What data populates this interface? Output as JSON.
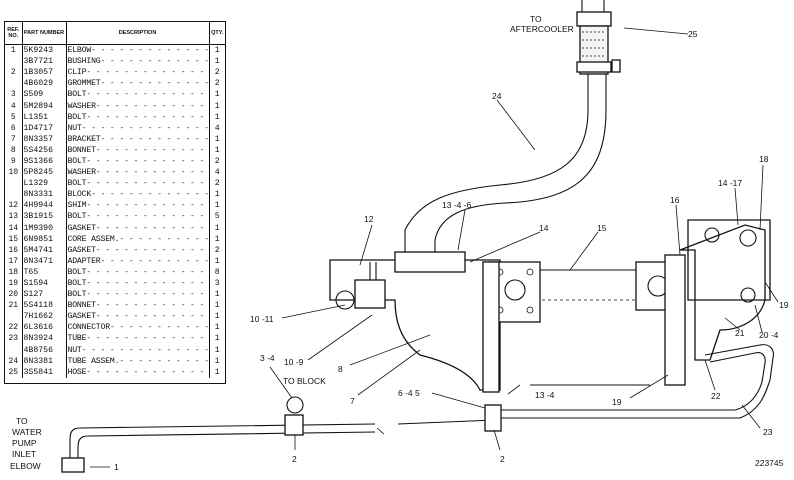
{
  "table": {
    "headers": {
      "ref": "REF. NO.",
      "part": "PART NUMBER",
      "desc": "DESCRIPTION",
      "qty": "QTY."
    },
    "rows": [
      {
        "ref": "1",
        "part": "5K9243",
        "desc": "ELBOW",
        "qty": "1"
      },
      {
        "ref": "",
        "part": "3B7721",
        "desc": "BUSHING",
        "qty": "1"
      },
      {
        "ref": "2",
        "part": "1B3057",
        "desc": "CLIP",
        "qty": "2"
      },
      {
        "ref": "",
        "part": "4B6029",
        "desc": "GROMMET",
        "qty": "2"
      },
      {
        "ref": "3",
        "part": "S509",
        "desc": "BOLT",
        "qty": "1"
      },
      {
        "ref": "4",
        "part": "5M2894",
        "desc": "WASHER",
        "qty": "1"
      },
      {
        "ref": "5",
        "part": "L1351",
        "desc": "BOLT",
        "qty": "1"
      },
      {
        "ref": "6",
        "part": "1D4717",
        "desc": "NUT",
        "qty": "4"
      },
      {
        "ref": "7",
        "part": "8N3357",
        "desc": "BRACKET",
        "qty": "1"
      },
      {
        "ref": "8",
        "part": "5S4256",
        "desc": "BONNET",
        "qty": "1"
      },
      {
        "ref": "9",
        "part": "9S1366",
        "desc": "BOLT",
        "qty": "2"
      },
      {
        "ref": "10",
        "part": "5P8245",
        "desc": "WASHER",
        "qty": "4"
      },
      {
        "ref": "",
        "part": "L1329",
        "desc": "BOLT",
        "qty": "2"
      },
      {
        "ref": "",
        "part": "8N3331",
        "desc": "BLOCK",
        "qty": "1"
      },
      {
        "ref": "12",
        "part": "4H9944",
        "desc": "SHIM",
        "qty": "1"
      },
      {
        "ref": "13",
        "part": "3B1915",
        "desc": "BOLT",
        "qty": "5"
      },
      {
        "ref": "14",
        "part": "1M9390",
        "desc": "GASKET",
        "qty": "1"
      },
      {
        "ref": "15",
        "part": "6N9851",
        "desc": "CORE ASSEM.",
        "qty": "1"
      },
      {
        "ref": "16",
        "part": "5M4741",
        "desc": "GASKET",
        "qty": "2"
      },
      {
        "ref": "17",
        "part": "8N3471",
        "desc": "ADAPTER",
        "qty": "1"
      },
      {
        "ref": "18",
        "part": "T65",
        "desc": "BOLT",
        "qty": "8"
      },
      {
        "ref": "19",
        "part": "S1594",
        "desc": "BOLT",
        "qty": "3"
      },
      {
        "ref": "20",
        "part": "S127",
        "desc": "BOLT",
        "qty": "1"
      },
      {
        "ref": "21",
        "part": "5S4118",
        "desc": "BONNET",
        "qty": "1"
      },
      {
        "ref": "",
        "part": "7H1662",
        "desc": "GASKET",
        "qty": "1"
      },
      {
        "ref": "22",
        "part": "6L3616",
        "desc": "CONNECTOR",
        "qty": "1"
      },
      {
        "ref": "23",
        "part": "8N3924",
        "desc": "TUBE",
        "qty": "1"
      },
      {
        "ref": "",
        "part": "4B8756",
        "desc": "NUT",
        "qty": "1"
      },
      {
        "ref": "24",
        "part": "8N3381",
        "desc": "TUBE ASSEM.",
        "qty": "1"
      },
      {
        "ref": "25",
        "part": "3S5841",
        "desc": "HOSE",
        "qty": "1"
      }
    ]
  },
  "notes": {
    "to_aftercooler_1": "TO",
    "to_aftercooler_2": "AFTERCOOLER",
    "to_block": "TO BLOCK",
    "water_pump": [
      "TO",
      "WATER",
      "PUMP",
      "INLET",
      "ELBOW"
    ],
    "drawing_number": "223745"
  },
  "callouts": {
    "c1": "1",
    "c2a": "2",
    "c2b": "2",
    "c3_4": "3 -4",
    "c6_4_5": "6 -4 5",
    "c7": "7",
    "c8": "8",
    "c10_9": "10 -9",
    "c10_11": "10 -11",
    "c12": "12",
    "c13_4_6": "13 -4 -6",
    "c13_4": "13 -4",
    "c14": "14",
    "c14_17": "14 -17",
    "c15": "15",
    "c16": "16",
    "c18": "18",
    "c19a": "19",
    "c19b": "19",
    "c20_4": "20 -4",
    "c21": "21",
    "c22": "22",
    "c23": "23",
    "c24": "24",
    "c25": "25"
  }
}
